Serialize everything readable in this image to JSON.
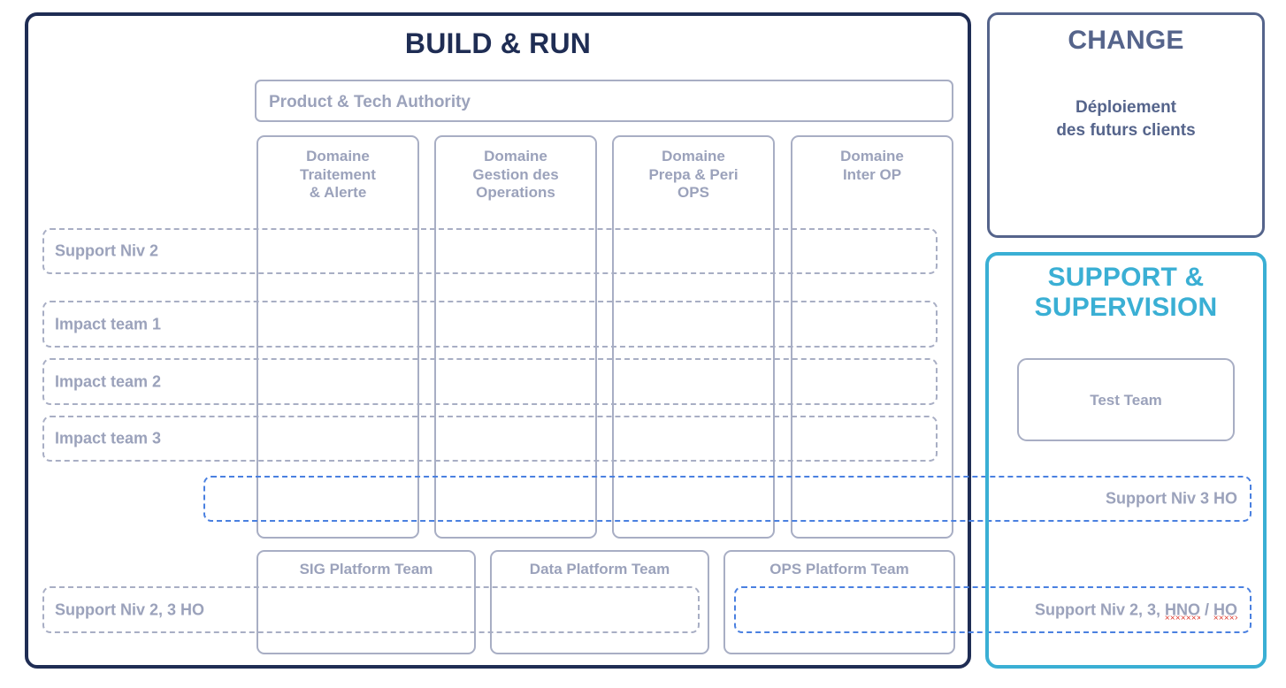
{
  "build_run": {
    "title": "BUILD & RUN",
    "product_tech_authority": "Product & Tech Authority",
    "domains": [
      {
        "label": "Domaine\nTraitement\n& Alerte"
      },
      {
        "label": "Domaine\nGestion des\nOperations"
      },
      {
        "label": "Domaine\nPrepa & Peri\nOPS"
      },
      {
        "label": "Domaine\nInter OP"
      }
    ],
    "bands": [
      {
        "label": "Support Niv 2",
        "style": "gray",
        "align": "left"
      },
      {
        "label": "Impact team 1",
        "style": "gray",
        "align": "left"
      },
      {
        "label": "Impact team 2",
        "style": "gray",
        "align": "left"
      },
      {
        "label": "Impact team 3",
        "style": "gray",
        "align": "left"
      }
    ],
    "platform_teams": [
      {
        "label": "SIG Platform Team"
      },
      {
        "label": "Data  Platform Team"
      },
      {
        "label": "OPS Platform Team"
      }
    ],
    "bottom_band_label": "Support Niv  2, 3  HO"
  },
  "change": {
    "title": "CHANGE",
    "subtitle_line1": "Déploiement",
    "subtitle_line2": "des futurs clients"
  },
  "support": {
    "title_line1": "SUPPORT &",
    "title_line2": "SUPERVISION",
    "test_team": "Test Team",
    "support_niv3_ho": "Support Niv 3 HO",
    "support_niv23_prefix": "Support Niv  2, 3, ",
    "support_niv23_hno": "HNO",
    "support_niv23_sep": " / ",
    "support_niv23_ho": "HO"
  },
  "colors": {
    "navy": "#1f2d54",
    "slate": "#55648b",
    "cyan": "#3aafd4",
    "gray_border": "#a8aec4",
    "gray_text": "#9ba2bb",
    "blue_dash": "#4a80e0",
    "spellcheck_red": "#e03b2f"
  }
}
